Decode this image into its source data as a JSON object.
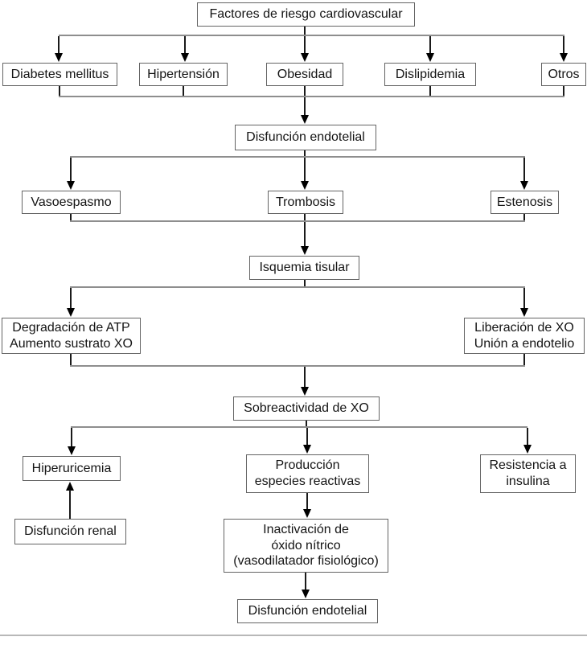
{
  "diagram": {
    "nodes": {
      "factores": {
        "label": "Factores de riesgo cardiovascular"
      },
      "diabetes": {
        "label": "Diabetes mellitus"
      },
      "hipertension": {
        "label": "Hipertensión"
      },
      "obesidad": {
        "label": "Obesidad"
      },
      "dislipidemia": {
        "label": "Dislipidemia"
      },
      "otros": {
        "label": "Otros"
      },
      "disfuncion_endotelial_1": {
        "label": "Disfunción endotelial"
      },
      "vasoespasmo": {
        "label": "Vasoespasmo"
      },
      "trombosis": {
        "label": "Trombosis"
      },
      "estenosis": {
        "label": "Estenosis"
      },
      "isquemia_tisular": {
        "label": "Isquemia tisular"
      },
      "degradacion_atp": {
        "label": "Degradación de ATP\nAumento sustrato XO"
      },
      "liberacion_xo": {
        "label": "Liberación de XO\nUnión a endotelio"
      },
      "sobreactividad_xo": {
        "label": "Sobreactividad de XO"
      },
      "hiperuricemia": {
        "label": "Hiperuricemia"
      },
      "produccion_especies": {
        "label": "Producción\nespecies reactivas"
      },
      "resistencia_insulina": {
        "label": "Resistencia a\ninsulina"
      },
      "disfuncion_renal": {
        "label": "Disfunción renal"
      },
      "inactivacion_no": {
        "label": "Inactivación de\nóxido nítrico\n(vasodilatador fisiológico)"
      },
      "disfuncion_endotelial_2": {
        "label": "Disfunción endotelial"
      }
    },
    "edges": [
      {
        "from": "factores",
        "to": "diabetes"
      },
      {
        "from": "factores",
        "to": "hipertension"
      },
      {
        "from": "factores",
        "to": "obesidad"
      },
      {
        "from": "factores",
        "to": "dislipidemia"
      },
      {
        "from": "factores",
        "to": "otros"
      },
      {
        "from": "diabetes",
        "to": "disfuncion_endotelial_1"
      },
      {
        "from": "hipertension",
        "to": "disfuncion_endotelial_1"
      },
      {
        "from": "obesidad",
        "to": "disfuncion_endotelial_1"
      },
      {
        "from": "dislipidemia",
        "to": "disfuncion_endotelial_1"
      },
      {
        "from": "otros",
        "to": "disfuncion_endotelial_1"
      },
      {
        "from": "disfuncion_endotelial_1",
        "to": "vasoespasmo"
      },
      {
        "from": "disfuncion_endotelial_1",
        "to": "trombosis"
      },
      {
        "from": "disfuncion_endotelial_1",
        "to": "estenosis"
      },
      {
        "from": "vasoespasmo",
        "to": "isquemia_tisular"
      },
      {
        "from": "trombosis",
        "to": "isquemia_tisular"
      },
      {
        "from": "estenosis",
        "to": "isquemia_tisular"
      },
      {
        "from": "isquemia_tisular",
        "to": "degradacion_atp"
      },
      {
        "from": "isquemia_tisular",
        "to": "liberacion_xo"
      },
      {
        "from": "degradacion_atp",
        "to": "sobreactividad_xo"
      },
      {
        "from": "liberacion_xo",
        "to": "sobreactividad_xo"
      },
      {
        "from": "sobreactividad_xo",
        "to": "hiperuricemia"
      },
      {
        "from": "sobreactividad_xo",
        "to": "produccion_especies"
      },
      {
        "from": "sobreactividad_xo",
        "to": "resistencia_insulina"
      },
      {
        "from": "disfuncion_renal",
        "to": "hiperuricemia"
      },
      {
        "from": "produccion_especies",
        "to": "inactivacion_no"
      },
      {
        "from": "inactivacion_no",
        "to": "disfuncion_endotelial_2"
      }
    ],
    "colors": {
      "box_border": "#646464",
      "branch_line": "#8e8e8e",
      "arrow": "#000000",
      "text": "#141414",
      "background": "#ffffff",
      "bottom_rule": "#b8b8b8"
    }
  }
}
